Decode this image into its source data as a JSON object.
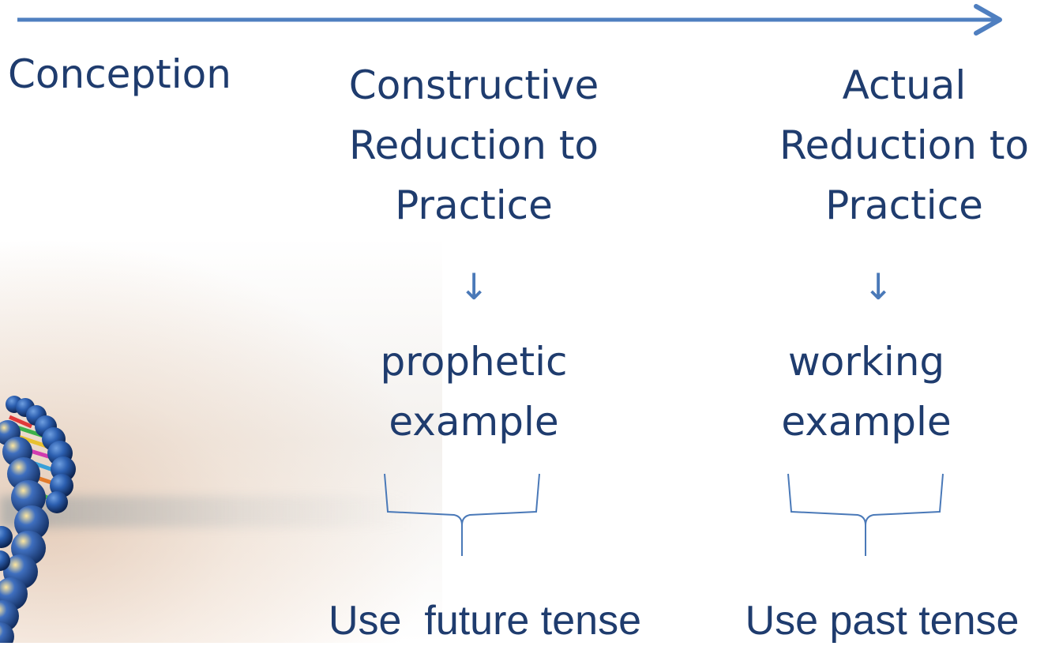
{
  "diagram": {
    "timeline_start": "Conception",
    "stages": [
      {
        "title_lines": [
          "Constructive",
          "Reduction to",
          "Practice"
        ],
        "example_lines": [
          "prophetic",
          "example"
        ],
        "instruction": "Use  future tense"
      },
      {
        "title_lines": [
          "Actual",
          "Reduction to",
          "Practice"
        ],
        "example_lines": [
          "working",
          "example"
        ],
        "instruction": "Use past tense"
      }
    ],
    "colors": {
      "text": "#1f3c6e",
      "timeline_arrow": "#4f7fc0",
      "down_arrow": "#4a79b8",
      "brace": "#4a79b8"
    }
  }
}
